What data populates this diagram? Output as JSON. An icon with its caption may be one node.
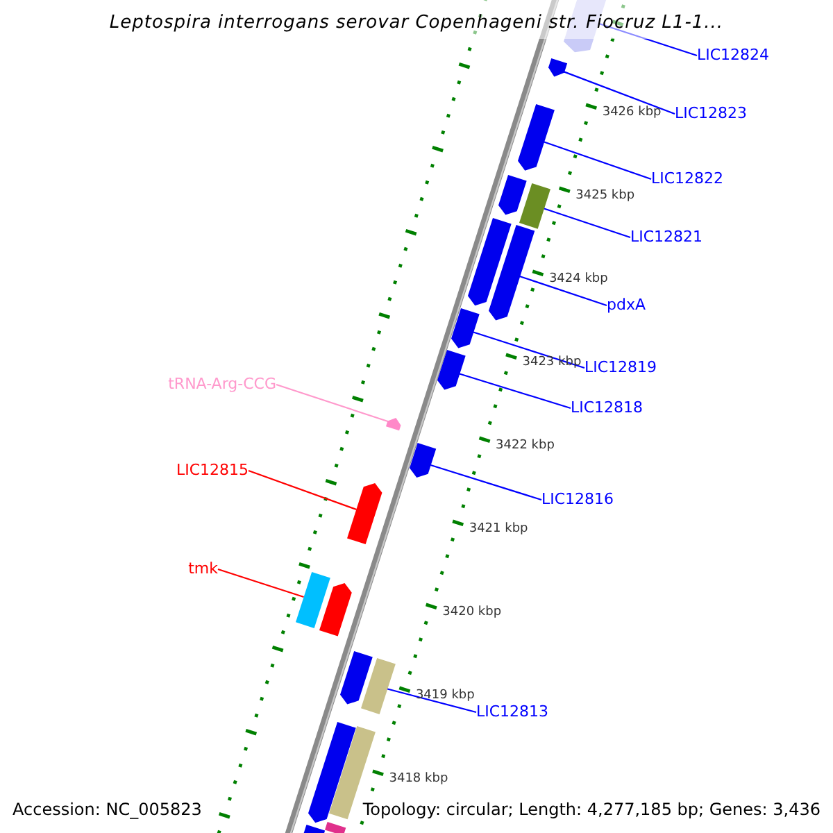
{
  "diagram": {
    "title": "Leptospira interrogans serovar Copenhageni str. Fiocruz L1-1...",
    "nodes": [
      {
        "text": [
          "LIC12824"
        ]
      },
      {
        "text": [],
        "shape": "bar"
      },
      {
        "text": [
          "LIC12823"
        ]
      },
      {
        "text": [],
        "shape": "bar"
      },
      {
        "text": [
          "LIC12822"
        ]
      },
      {
        "text": [],
        "shape": "bar"
      },
      {
        "text": [
          "LIC12821"
        ]
      },
      {
        "text": [],
        "shape": "bar"
      },
      {
        "text": [
          "pdxA"
        ]
      },
      {
        "text": [],
        "shape": "bar"
      },
      {
        "text": [
          "LIC12819"
        ]
      },
      {
        "text": [],
        "shape": "bar"
      },
      {
        "text": [
          "tRNA-Arg-CCG"
        ]
      },
      {
        "text": [],
        "shape": "bar"
      },
      {
        "text": [
          "LIC12818"
        ]
      },
      {
        "text": [],
        "shape": "bar"
      },
      {
        "text": [
          "LIC12815"
        ]
      },
      {
        "text": [],
        "shape": "bar"
      },
      {
        "text": [
          "LIC12816"
        ]
      },
      {
        "text": [],
        "shape": "bar"
      },
      {
        "text": [
          "tmk"
        ]
      },
      {
        "text": [],
        "shape": "bar"
      },
      {
        "text": [
          "LIC12813"
        ]
      },
      {
        "text": [],
        "shape": "bar"
      },
      {
        "text": [],
        "shape": "bar"
      },
      {
        "text": [],
        "shape": "bar"
      },
      {
        "text": [],
        "shape": "bar"
      },
      {
        "text": [],
        "shape": "bar"
      },
      {
        "text": [],
        "shape": "bar"
      },
      {
        "text": [],
        "shape": "bar"
      },
      {
        "text": [],
        "shape": "bar"
      },
      {
        "text": [],
        "shape": "bar"
      }
    ],
    "edges": [
      {
        "from": 0,
        "to": 1,
        "arrow": "none"
      },
      {
        "from": 2,
        "to": 3,
        "arrow": "none"
      },
      {
        "from": 4,
        "to": 5,
        "arrow": "none"
      },
      {
        "from": 6,
        "to": 7,
        "arrow": "none"
      },
      {
        "from": 8,
        "to": 9,
        "arrow": "none"
      },
      {
        "from": 10,
        "to": 11,
        "arrow": "none"
      },
      {
        "from": 12,
        "to": 13,
        "arrow": "none",
        "color": "#ff99cc"
      },
      {
        "from": 14,
        "to": 15,
        "arrow": "none"
      },
      {
        "from": 16,
        "to": 17,
        "arrow": "none",
        "color": "#ff0000"
      },
      {
        "from": 18,
        "to": 19,
        "arrow": "none"
      },
      {
        "from": 20,
        "to": 21,
        "arrow": "none",
        "color": "#ff0000"
      },
      {
        "from": 22,
        "to": 23,
        "arrow": "none"
      }
    ],
    "labels": [
      "3426 kbp",
      "3425 kbp",
      "3424 kbp",
      "3423 kbp",
      "3422 kbp",
      "3421 kbp",
      "3420 kbp",
      "3419 kbp",
      "3418 kbp",
      "Accession: NC_005823",
      "Topology: circular; Length: 4,277,185 bp; Genes: 3,436"
    ]
  }
}
